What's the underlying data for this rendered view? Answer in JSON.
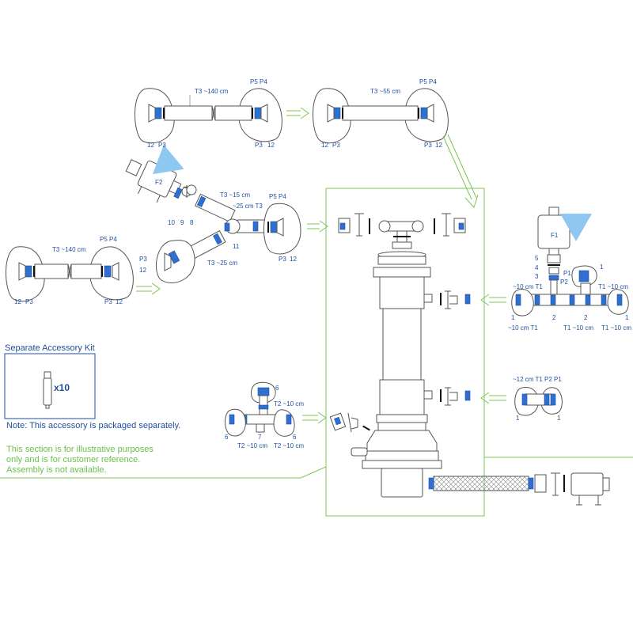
{
  "labels": {
    "top_left": {
      "length": "T3 ~140 cm",
      "p5p4": "P5 P4",
      "n12a": "12",
      "p3a": "P3",
      "p3b": "P3",
      "n12b": "12"
    },
    "top_right": {
      "length": "T3 ~55 cm",
      "p5p4": "P5 P4",
      "n12a": "12",
      "p3a": "P3",
      "p3b": "P3",
      "n12b": "12"
    },
    "mid_left": {
      "length": "T3 ~140 cm",
      "p5p4": "P5 P4",
      "n12a": "12",
      "p3a": "P3",
      "p3b": "P3",
      "n12b": "12"
    },
    "ybranch": {
      "f2": "F2",
      "n10": "10",
      "n9": "9",
      "n8": "8",
      "t3_15": "T3 ~15 cm",
      "t3_25a": "~25 cm T3",
      "n11": "11",
      "t3_25b": "T3 ~25 cm",
      "p5p4": "P5 P4",
      "p3a": "P3",
      "n12a": "12",
      "p3b": "P3",
      "n12b": "12"
    },
    "right_top": {
      "f1": "F1",
      "n5": "5",
      "n4": "4",
      "n3": "3",
      "p1": "P1",
      "n1a": "1",
      "p2": "P2",
      "t1_left_top": "~10 cm T1",
      "t1_right_top": "T1 ~10 cm",
      "n1b": "1",
      "n1c": "1",
      "n2a": "2",
      "n2b": "2",
      "t1_left_bot": "~10 cm T1",
      "t1_mid_bot": "T1 ~10 cm",
      "t1_right_bot": "T1 ~10 cm"
    },
    "right_mid": {
      "t1": "~12 cm T1",
      "p2p1": "P2 P1",
      "n1a": "1",
      "n1b": "1"
    },
    "tee_low": {
      "n6a": "6",
      "t2_top": "T2 ~10 cm",
      "n6b": "6",
      "n7": "7",
      "n6c": "6",
      "t2_left": "T2 ~10 cm",
      "t2_right": "T2 ~10 cm"
    }
  },
  "kit": {
    "title": "Separate Accessory Kit",
    "qty": "x10"
  },
  "note_blue": "Note:  This accessory is packaged separately.",
  "note_green": [
    "This section is for illustrative purposes",
    "only and is for customer reference.",
    "Assembly is not available."
  ],
  "colors": {
    "label": "#1f4e9e",
    "clamp": "#2f6fd0",
    "green": "#7cc655",
    "line": "#555555"
  }
}
